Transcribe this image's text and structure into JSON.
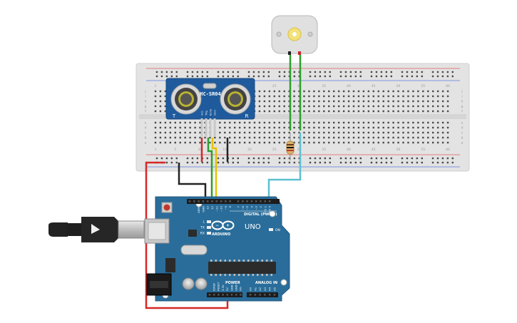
{
  "sensor": {
    "model": "HC-SR04",
    "pins": [
      "Vcc",
      "Trig",
      "Echo",
      "Gnd"
    ],
    "mark_left": "T",
    "mark_right": "R"
  },
  "breadboard": {
    "col_numbers": [
      "1",
      "5",
      "10",
      "15",
      "20",
      "25",
      "30",
      "35",
      "40",
      "45",
      "50",
      "55",
      "60"
    ],
    "row_letters_top": [
      "j",
      "i",
      "h",
      "g",
      "f"
    ],
    "row_letters_bottom": [
      "e",
      "d",
      "c",
      "b",
      "a"
    ]
  },
  "arduino": {
    "logo_text": "ARDUINO",
    "model_text": "UNO",
    "digital_label": "DIGITAL (PWM~)",
    "power_label": "POWER",
    "analog_label": "ANALOG IN",
    "on_label": "ON",
    "led_labels": [
      "L",
      "TX",
      "RX"
    ],
    "top_pin_labels": [
      "AREF",
      "GND",
      "13",
      "12",
      "~11",
      "~10",
      "~9",
      "8",
      "7",
      "~6",
      "~5",
      "4",
      "~3",
      "2",
      "TX 1",
      "RX 0"
    ],
    "power_pin_labels": [
      "IOREF",
      "RESET",
      "3.3V",
      "5V",
      "GND",
      "GND",
      "Vin"
    ],
    "analog_pin_labels": [
      "A0",
      "A1",
      "A2",
      "A3",
      "A4",
      "A5"
    ]
  },
  "colors": {
    "breadboard": "#e3e3e3",
    "arduino": "#2a6d9a",
    "sensor": "#1f5b9c",
    "wire_red": "#d62828",
    "wire_black": "#222222",
    "wire_green": "#2ca02c",
    "wire_yellow": "#e6c200",
    "wire_cyan": "#5cc0cf",
    "usb_cable": "#222222"
  }
}
